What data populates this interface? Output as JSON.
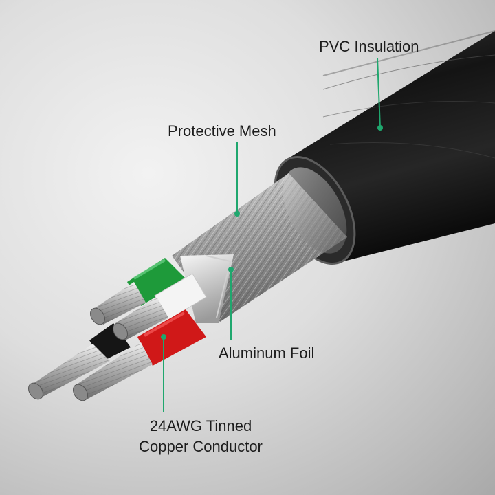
{
  "labels": {
    "pvc_insulation": "PVC Insulation",
    "protective_mesh": "Protective Mesh",
    "aluminum_foil": "Aluminum Foil",
    "conductor_line1": "24AWG Tinned",
    "conductor_line2": "Copper Conductor"
  },
  "colors": {
    "callout_line": "#1fa76e",
    "jacket": "#1b1b1b",
    "wire_green": "#1e9a3a",
    "wire_white": "#f4f4f4",
    "wire_black": "#151515",
    "wire_red": "#d01818"
  }
}
